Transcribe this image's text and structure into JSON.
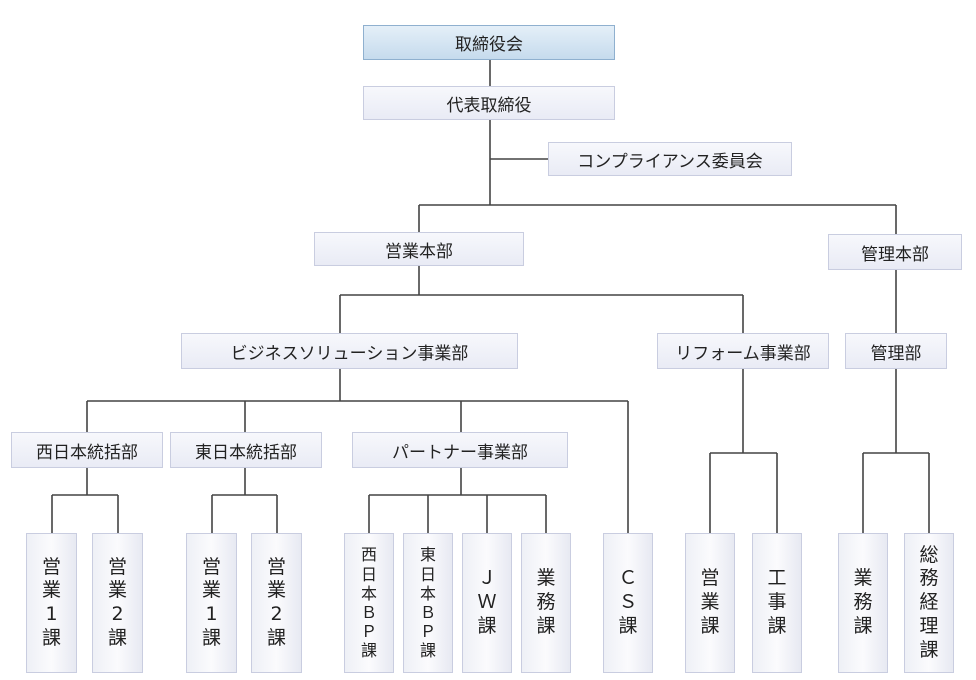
{
  "nodes": {
    "board": "取締役会",
    "president": "代表取締役",
    "compliance": "コンプライアンス委員会",
    "sales_hq": "営業本部",
    "admin_hq": "管理本部",
    "biz_solution": "ビジネスソリューション事業部",
    "reform": "リフォーム事業部",
    "admin_dept": "管理部",
    "west": "西日本統括部",
    "east": "東日本統括部",
    "partner": "パートナー事業部",
    "west_sales1": "営業1課",
    "west_sales2": "営業2課",
    "east_sales1": "営業1課",
    "east_sales2": "営業2課",
    "west_bp": "西日本ＢＰ課",
    "east_bp": "東日本ＢＰ課",
    "jw": "ＪＷ課",
    "gyomu": "業務課",
    "cs": "ＣＳ課",
    "reform_sales": "営業課",
    "reform_koji": "工事課",
    "admin_gyomu": "業務課",
    "admin_somu": "総務経理課"
  }
}
